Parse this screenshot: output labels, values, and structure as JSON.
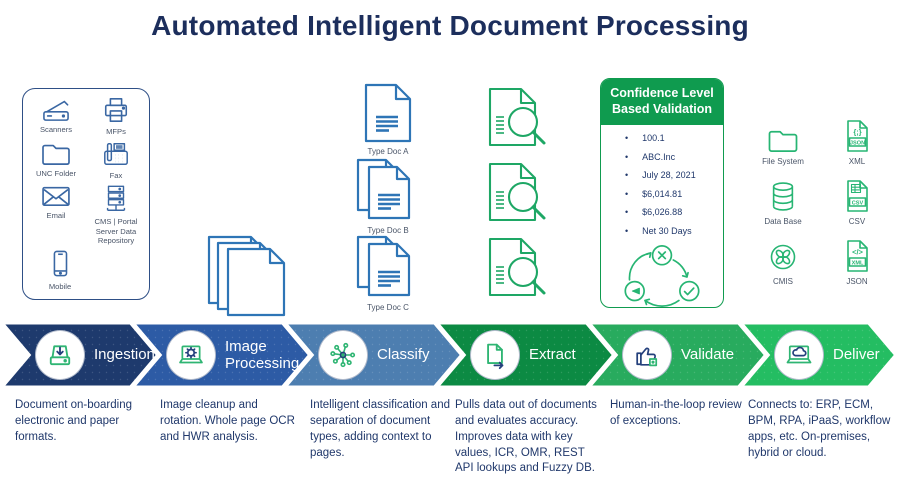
{
  "title": "Automated Intelligent Document Processing",
  "sources": {
    "items": [
      {
        "label": "Scanners"
      },
      {
        "label": "MFPs"
      },
      {
        "label": "UNC Folder"
      },
      {
        "label": "Fax"
      },
      {
        "label": "Email"
      },
      {
        "label": "CMS | Portal Server Data Repository"
      },
      {
        "label": "Mobile"
      }
    ]
  },
  "documents": {
    "types": [
      {
        "label": "Type Doc A"
      },
      {
        "label": "Type Doc B"
      },
      {
        "label": "Type Doc C"
      }
    ]
  },
  "validation_box": {
    "header": "Confidence Level Based Validation",
    "items": [
      "100.1",
      "ABC.Inc",
      "July 28, 2021",
      "$6,014.81",
      "$6,026.88",
      "Net 30 Days"
    ]
  },
  "outputs": {
    "items": [
      {
        "label": "File System"
      },
      {
        "label": "XML",
        "glyph": "{;}",
        "badge": "JSON"
      },
      {
        "label": "Data Base"
      },
      {
        "label": "CSV",
        "badge": "CSV"
      },
      {
        "label": "CMIS"
      },
      {
        "label": "JSON",
        "glyph": "</>",
        "badge": "XML"
      }
    ]
  },
  "stages": [
    {
      "label": "Ingestion",
      "color": "#1e3a6d",
      "desc": "Document on-boarding electronic and paper formats."
    },
    {
      "label": "Image Processing",
      "color": "#2d5ba5",
      "desc": "Image cleanup and rotation. Whole page OCR and HWR analysis."
    },
    {
      "label": "Classify",
      "color": "#4d7eb0",
      "desc": "Intelligent classification and separation of document types, adding context to pages."
    },
    {
      "label": "Extract",
      "color": "#0c8a43",
      "desc": "Pulls data out of documents and evaluates accuracy. Improves data with key values, ICR, OMR, REST API lookups and Fuzzy DB."
    },
    {
      "label": "Validate",
      "color": "#28ab5e",
      "desc": "Human-in-the-loop review of exceptions."
    },
    {
      "label": "Deliver",
      "color": "#24bd62",
      "desc": "Connects to: ERP, ECM, BPM, RPA, iPaaS, workflow apps, etc. On-premises, hybrid or cloud."
    }
  ],
  "colors": {
    "title_navy": "#1c2e5c",
    "blue_icon": "#3a67a3",
    "doc_blue": "#2e75b6",
    "green_icon": "#27b573",
    "validation_green": "#0f9b4f",
    "body_text": "#20386b"
  }
}
